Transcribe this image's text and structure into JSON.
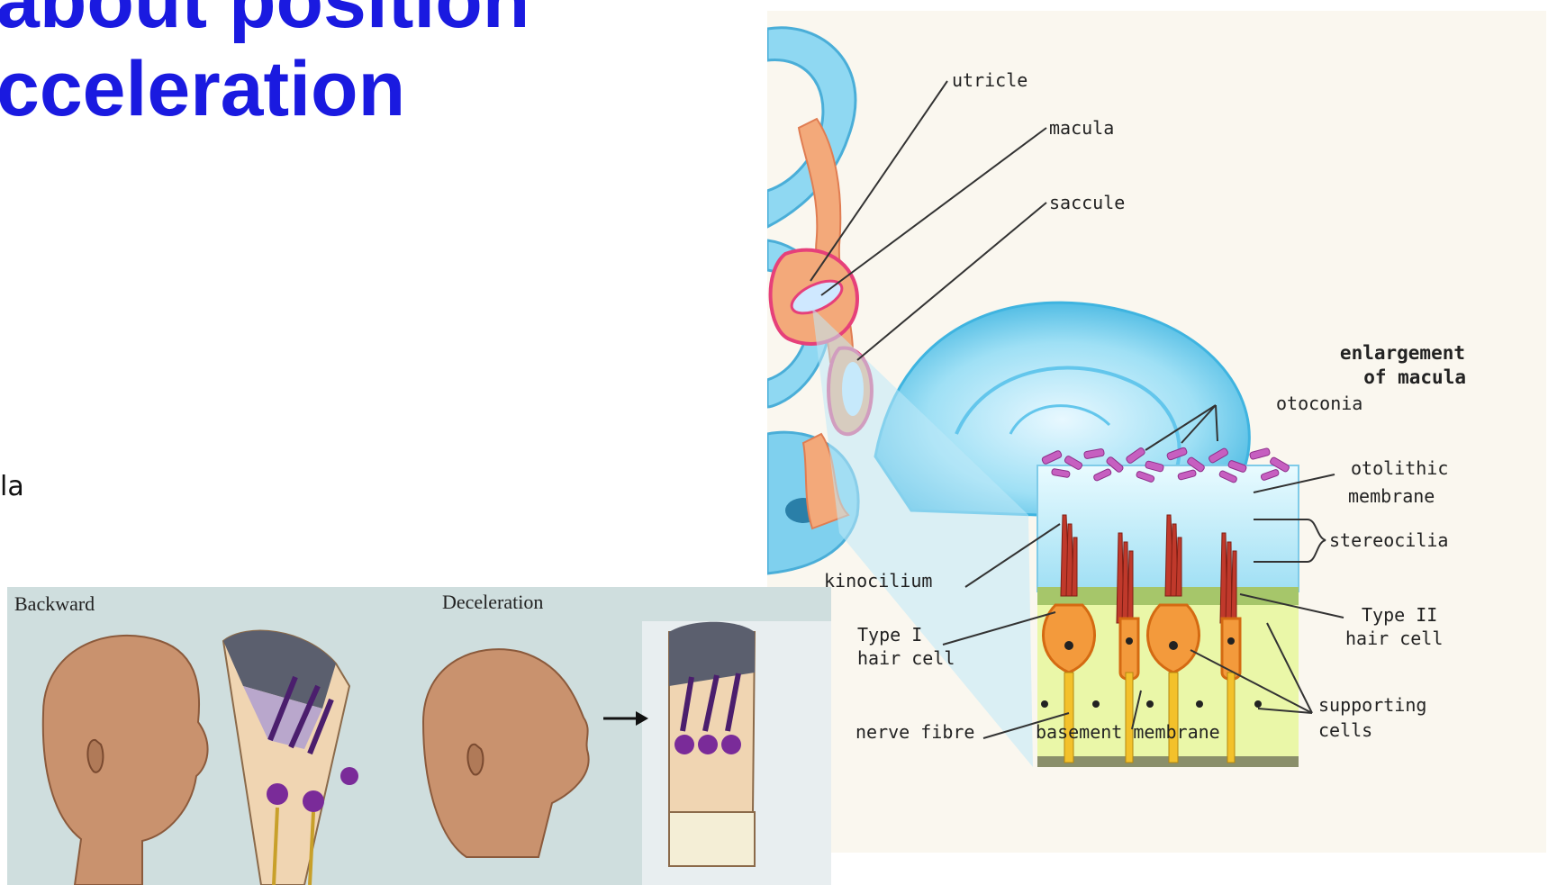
{
  "slide": {
    "title_line1": "about position",
    "title_line2": "cceleration",
    "bullet_fragment": "la"
  },
  "macula_diagram": {
    "labels": {
      "utricle": "utricle",
      "macula": "macula",
      "saccule": "saccule",
      "enlargement_line1": "enlargement",
      "enlargement_line2": "of macula",
      "otoconia": "otoconia",
      "otolithic_line1": "otolithic",
      "otolithic_line2": "membrane",
      "stereocilia": "stereocilia",
      "kinocilium": "kinocilium",
      "type1_line1": "Type I",
      "type1_line2": "hair cell",
      "type2_line1": "Type II",
      "type2_line2": "hair cell",
      "supporting_line1": "supporting",
      "supporting_line2": "cells",
      "nerve_fibre": "nerve fibre",
      "basement_membrane": "basement membrane"
    }
  },
  "head_tilt_figure": {
    "backward_label": "Backward",
    "deceleration_label": "Deceleration"
  },
  "colors": {
    "title": "#1a1ae0",
    "inner_ear_blue": "#7fd3ef",
    "membranous_orange": "#f0a070",
    "hair_cell_orange": "#f39a3c",
    "stereocilia_red": "#c0392b",
    "otoconia_purple": "#c65fc0",
    "support_green": "#e3f49a",
    "bottom_bg": "#cfdede"
  }
}
